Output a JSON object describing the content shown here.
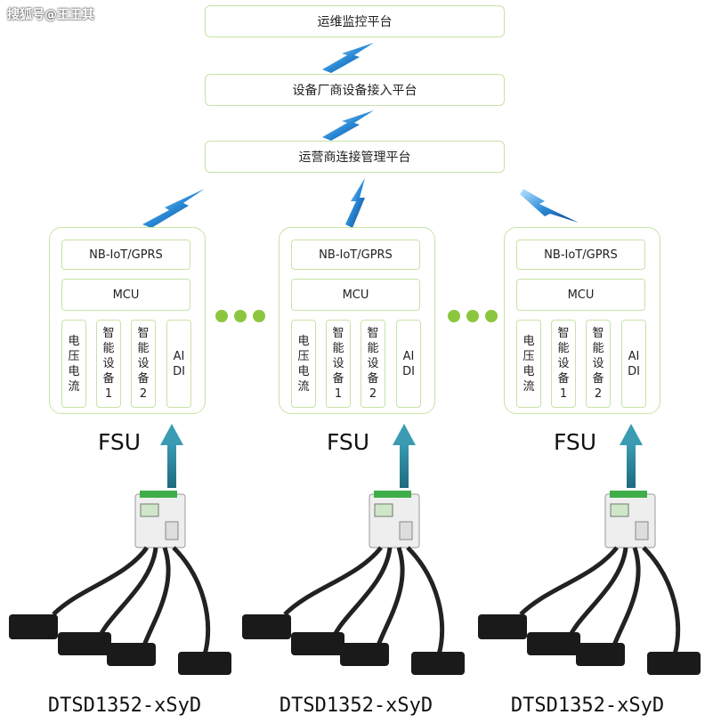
{
  "watermark": "搜狐号@王王其",
  "platforms": {
    "top": "运维监控平台",
    "middle": "设备厂商设备接入平台",
    "bottom": "运营商连接管理平台"
  },
  "fsu_units": [
    {
      "nb": "NB-IoT/GPRS",
      "mcu": "MCU",
      "col1": [
        "电",
        "压",
        "电",
        "流"
      ],
      "col2": [
        "智",
        "能",
        "设",
        "备",
        "1"
      ],
      "col3": [
        "智",
        "能",
        "设",
        "备",
        "2"
      ],
      "col4": [
        "AI",
        "DI"
      ],
      "label": "FSU",
      "model": "DTSD1352-xSyD"
    },
    {
      "nb": "NB-IoT/GPRS",
      "mcu": "MCU",
      "col1": [
        "电",
        "压",
        "电",
        "流"
      ],
      "col2": [
        "智",
        "能",
        "设",
        "备",
        "1"
      ],
      "col3": [
        "智",
        "能",
        "设",
        "备",
        "2"
      ],
      "col4": [
        "AI",
        "DI"
      ],
      "label": "FSU",
      "model": "DTSD1352-xSyD"
    },
    {
      "nb": "NB-IoT/GPRS",
      "mcu": "MCU",
      "col1": [
        "电",
        "压",
        "电",
        "流"
      ],
      "col2": [
        "智",
        "能",
        "设",
        "备",
        "1"
      ],
      "col3": [
        "智",
        "能",
        "设",
        "备",
        "2"
      ],
      "col4": [
        "AI",
        "DI"
      ],
      "label": "FSU",
      "model": "DTSD1352-xSyD"
    }
  ],
  "colors": {
    "border": "#c7e3a6",
    "dots": "#8cc63e",
    "arrow": "#2b7f93",
    "lightning": "#2a8ad6"
  }
}
